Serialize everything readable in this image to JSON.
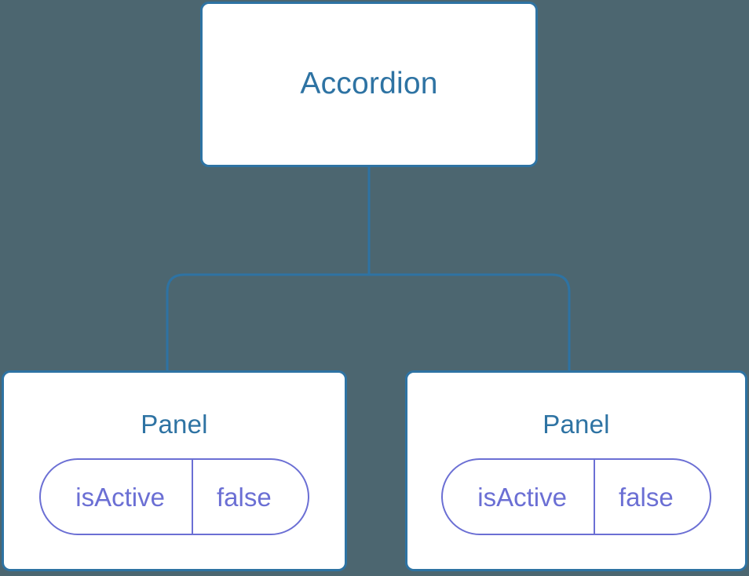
{
  "diagram": {
    "type": "component-tree",
    "background_color": "#4c6670",
    "node_border_color": "#2e73a3",
    "node_fill_color": "#ffffff",
    "node_title_color": "#2e73a3",
    "prop_color": "#6b6fd4",
    "connector_color": "#2e73a3",
    "root": {
      "label": "Accordion"
    },
    "children": [
      {
        "label": "Panel",
        "props": [
          {
            "key": "isActive",
            "value": "false"
          }
        ]
      },
      {
        "label": "Panel",
        "props": [
          {
            "key": "isActive",
            "value": "false"
          }
        ]
      }
    ]
  }
}
